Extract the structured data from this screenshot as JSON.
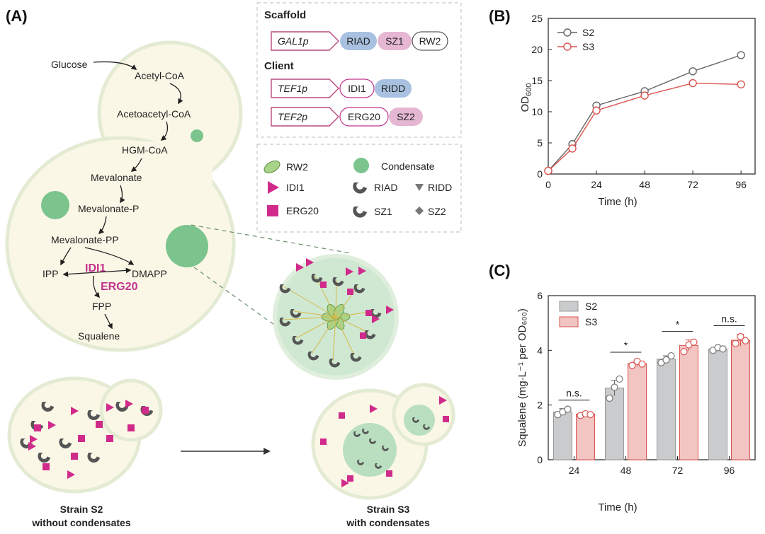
{
  "panel_a": {
    "label": "(A)",
    "pathway": [
      "Glucose",
      "Acetyl-CoA",
      "Acetoacetyl-CoA",
      "HGM-CoA",
      "Mevalonate",
      "Mevalonate-P",
      "Mevalonate-PP",
      "IPP",
      "DMAPP",
      "FPP",
      "Squalene"
    ],
    "enzymes": [
      "IDI1",
      "ERG20"
    ],
    "scaffold_title": "Scaffold",
    "scaffold": {
      "promoter": "GAL1p",
      "domains": [
        "RIAD",
        "SZ1",
        "RW2"
      ]
    },
    "client_title": "Client",
    "clients": [
      {
        "promoter": "TEF1p",
        "domains": [
          "IDI1",
          "RIDD"
        ]
      },
      {
        "promoter": "TEF2p",
        "domains": [
          "ERG20",
          "SZ2"
        ]
      }
    ],
    "legend": [
      {
        "icon": "ellipse-green",
        "label": "RW2"
      },
      {
        "icon": "circle-green",
        "label": "Condensate"
      },
      {
        "icon": "triangle-pink",
        "label": "IDI1"
      },
      {
        "icon": "riad-gray",
        "label": "RIAD"
      },
      {
        "icon": "ridd-gray",
        "label": "RIDD"
      },
      {
        "icon": "square-pink",
        "label": "ERG20"
      },
      {
        "icon": "sz1-gray",
        "label": "SZ1"
      },
      {
        "icon": "sz2-gray",
        "label": "SZ2"
      }
    ],
    "strain_s2": [
      "Strain S2",
      "without condensates"
    ],
    "strain_s3": [
      "Strain S3",
      "with condensates"
    ],
    "colors": {
      "cell": "#fbf7e6",
      "cell_border": "#e3ebd3",
      "condensate": "#7cc48e",
      "pink": "#d02a8b",
      "riad": "#a9c1e0",
      "sz": "#e5b7d2"
    }
  },
  "panel_b": {
    "label": "(B)",
    "xlabel": "Time (h)",
    "ylabel_main": "OD",
    "ylabel_sub": "600",
    "chart_data": {
      "type": "line",
      "x": [
        0,
        12,
        24,
        48,
        72,
        96
      ],
      "series": [
        {
          "name": "S2",
          "color": "#666666",
          "values": [
            0.5,
            4.8,
            11.0,
            13.3,
            16.5,
            19.1
          ],
          "errors": [
            0.2,
            0.4,
            0.4,
            0.3,
            0.4,
            0.6
          ]
        },
        {
          "name": "S3",
          "color": "#d9534f",
          "values": [
            0.5,
            4.1,
            10.2,
            12.6,
            14.6,
            14.4
          ],
          "errors": [
            0.2,
            0.4,
            0.4,
            0.3,
            0.4,
            0.6
          ]
        }
      ],
      "xticks": [
        0,
        24,
        48,
        72,
        96
      ],
      "yticks": [
        0,
        5,
        10,
        15,
        20,
        25
      ],
      "xlim": [
        0,
        103
      ],
      "ylim": [
        0,
        25
      ]
    }
  },
  "panel_c": {
    "label": "(C)",
    "xlabel": "Time (h)",
    "ylabel": "Squalene (mg·L⁻¹ per OD₆₀₀)",
    "chart_data": {
      "type": "bar",
      "categories": [
        "24",
        "48",
        "72",
        "96"
      ],
      "series": [
        {
          "name": "S2",
          "color": "#c9cbcc",
          "values": [
            1.75,
            2.62,
            3.68,
            4.05
          ],
          "errors": [
            0.12,
            0.28,
            0.12,
            0.06
          ],
          "points": [
            [
              1.65,
              1.75,
              1.85
            ],
            [
              2.25,
              2.65,
              2.95
            ],
            [
              3.55,
              3.65,
              3.8
            ],
            [
              4.0,
              4.1,
              4.05
            ]
          ]
        },
        {
          "name": "S3",
          "color": "#f2c4c2",
          "values": [
            1.67,
            3.52,
            4.18,
            4.37
          ],
          "errors": [
            0.05,
            0.1,
            0.2,
            0.22
          ],
          "points": [
            [
              1.62,
              1.68,
              1.65
            ],
            [
              3.45,
              3.6,
              3.5
            ],
            [
              3.95,
              4.2,
              4.3
            ],
            [
              4.25,
              4.5,
              4.35
            ]
          ]
        }
      ],
      "significance": [
        "n.s.",
        "*",
        "*",
        "n.s."
      ],
      "yticks": [
        0,
        2,
        4,
        6
      ],
      "ylim": [
        0,
        6
      ]
    }
  }
}
